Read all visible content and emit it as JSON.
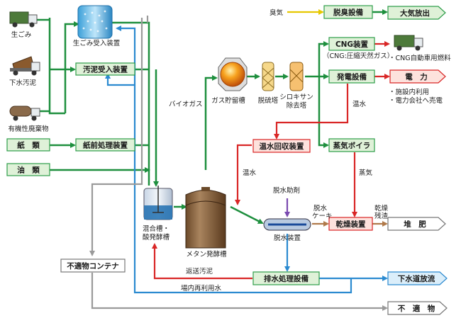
{
  "inputs": {
    "namagomi": "生ごみ",
    "gesui_odei": "下水汚泥",
    "yuki_haikibutsu": "有機性廃棄物",
    "kami": "紙　類",
    "yu": "油　類"
  },
  "equipment": {
    "namagomi_ukeire": "生ごみ受入装置",
    "odei_ukeire": "汚泥受入装置",
    "kami_zenshori": "紙前処理装置",
    "futekibutsu_container": "不適物コンテナ",
    "kongo_san_hakko": "混合槽・酸発酵槽",
    "metan_hakko": "メタン発酵槽",
    "gas_chozo": "ガス貯留槽",
    "datsuryu": "脱硫塔",
    "siloxane": "シロキサン除去塔",
    "dasshui": "脱水装置",
    "dasshu": "脱臭設備",
    "cng": "CNG装置",
    "hatsuden": "発電設備",
    "onsui_kaishu": "温水回収装置",
    "joki_boiler": "蒸気ボイラ",
    "kanso": "乾燥装置",
    "haisui_shori": "排水処理設備"
  },
  "outputs": {
    "taiki_hoshutsu": "大気放出",
    "denryoku": "電　力",
    "taihi": "堆　肥",
    "gesuido_horyu": "下水道放流",
    "futekibutsu": "不　適　物"
  },
  "labels": {
    "shuki": "臭気",
    "cng_note": "（CNG:圧縮天然ガス）",
    "cng_car": "・CNG自動車用燃料",
    "shisetsu_riyo": "・施設内利用",
    "baiden": "・電力会社へ売電",
    "biogas": "バイオガス",
    "onsui1": "温水",
    "onsui2": "温水",
    "joki": "蒸気",
    "dasshui_jozai": "脱水助剤",
    "dasshui_cake_1": "脱水",
    "dasshui_cake_2": "ケーキ",
    "kanso_zansa_1": "乾燥",
    "kanso_zansa_2": "残渣",
    "hensou_odei": "返送汚泥",
    "jonai_riyousui": "場内再利用水"
  },
  "colors": {
    "green_line": "#1e8f3e",
    "blue_line": "#2b8ad0",
    "red_line": "#d92626",
    "gray_line": "#9a9a9a",
    "purple_line": "#7a4ab0",
    "brown_line": "#b07a4a",
    "yellow_line": "#e6d200",
    "green_box_fill": "#dff1d8",
    "red_box_fill": "#fde2dd"
  }
}
